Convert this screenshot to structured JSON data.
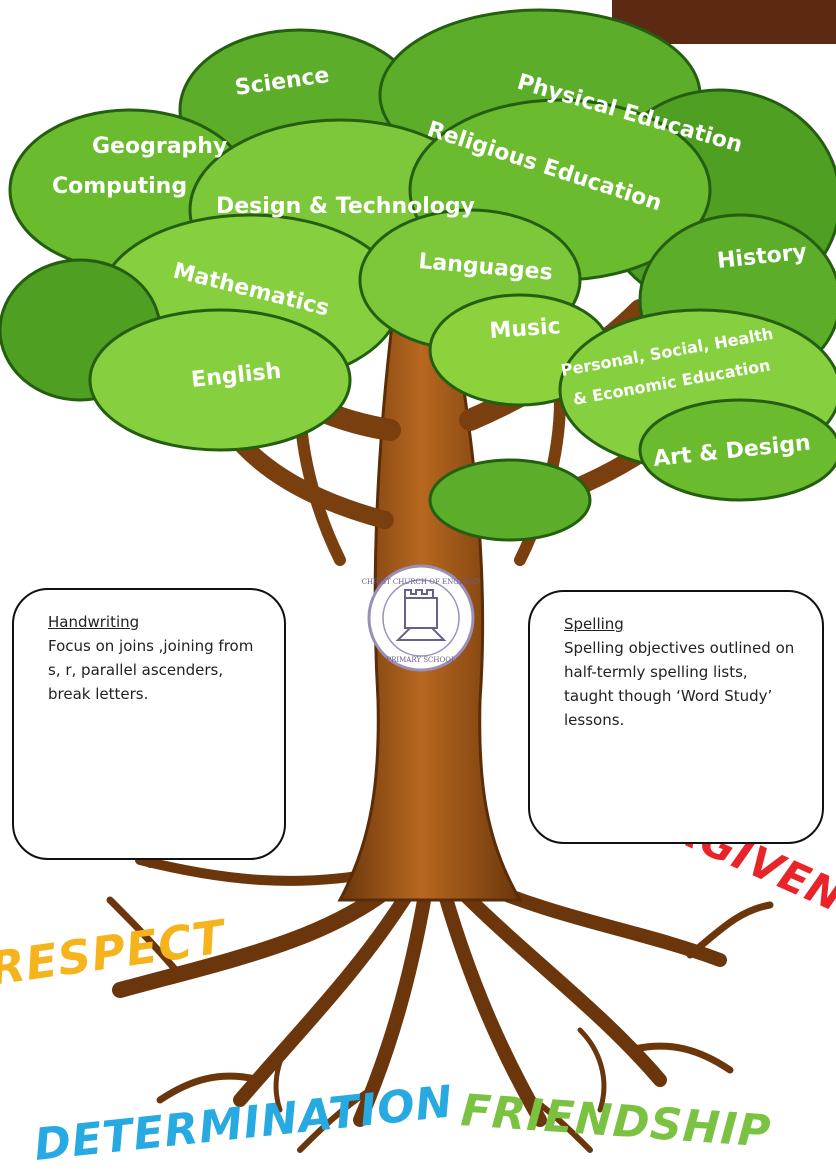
{
  "subjects": {
    "science": "Science",
    "geography": "Geography",
    "computing": "Computing",
    "design_technology": "Design & Technology",
    "physical_education": "Physical Education",
    "religious_education": "Religious Education",
    "history": "History",
    "mathematics": "Mathematics",
    "languages": "Languages",
    "music": "Music",
    "english": "English",
    "pshe_line1": "Personal, Social, Health",
    "pshe_line2": "& Economic Education",
    "art_design": "Art & Design"
  },
  "logo": {
    "text_top": "CHRIST CHURCH OF ENGLAND",
    "text_bottom": "PRIMARY SCHOOL"
  },
  "handwriting": {
    "heading": "Handwriting",
    "body": "Focus on joins ,joining from s, r, parallel ascenders, break letters."
  },
  "spelling": {
    "heading": "Spelling",
    "body": "Spelling objectives outlined on half-termly spelling lists, taught though ‘Word Study’ lessons."
  },
  "values": {
    "respect": "RESPECT",
    "forgiveness": "FORGIVENESS",
    "determination": "DETERMINATION",
    "friendship": "FRIENDSHIP"
  },
  "colors": {
    "respect": "#f5b31c",
    "forgiveness": "#e8232a",
    "determination": "#27a9e1",
    "friendship": "#7cc242",
    "foliage_dark": "#3f8f1e",
    "foliage_light": "#8cd23c",
    "trunk": "#8a4a14"
  }
}
